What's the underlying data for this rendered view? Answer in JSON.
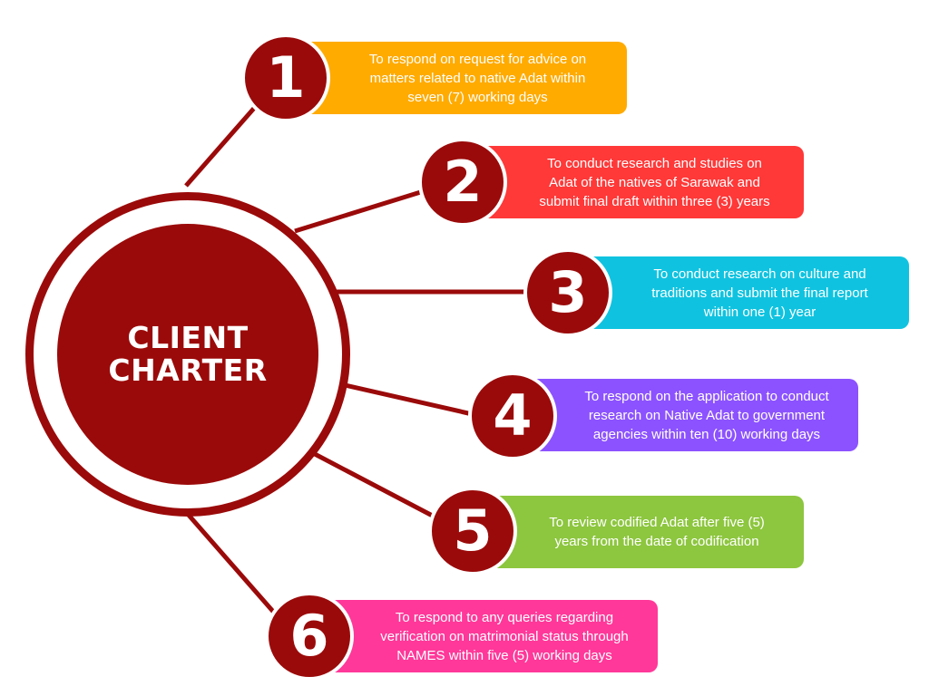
{
  "hub": {
    "title": "CLIENT\nCHARTER",
    "color": "#9b0a0a"
  },
  "items": [
    {
      "number": "1",
      "text": "To respond on request for advice on\nmatters related to native Adat within\nseven (7) working days",
      "color": "#ffab00"
    },
    {
      "number": "2",
      "text": "To conduct research and studies on\nAdat of the natives of Sarawak and\nsubmit final draft within three (3) years",
      "color": "#ff3838"
    },
    {
      "number": "3",
      "text": "To conduct research on culture and\ntraditions and submit the final report\nwithin one (1) year",
      "color": "#0fc3e0"
    },
    {
      "number": "4",
      "text": "To respond on the application to conduct\nresearch on Native Adat to government\nagencies within ten (10) working days",
      "color": "#8c52ff"
    },
    {
      "number": "5",
      "text": "To review codified Adat after five (5)\nyears from the date of codification",
      "color": "#8dc63f"
    },
    {
      "number": "6",
      "text": "To respond to any queries regarding\nverification on matrimonial status through\nNAMES within five (5) working days",
      "color": "#ff3899"
    }
  ]
}
